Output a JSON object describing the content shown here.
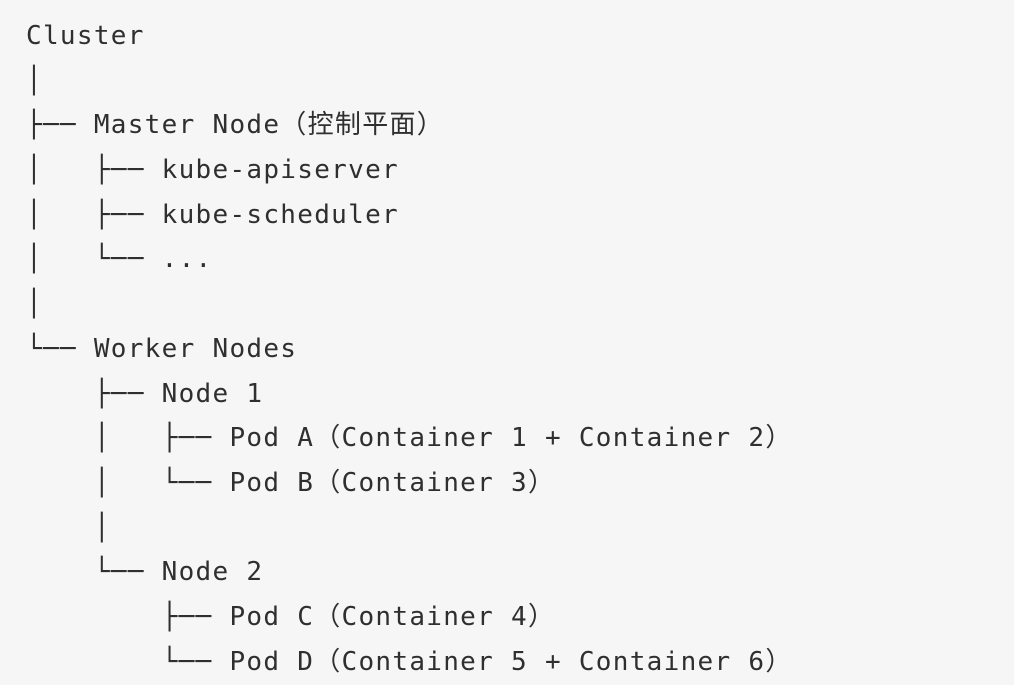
{
  "code_block": {
    "lines": [
      "Cluster",
      "│",
      "├── Master Node（控制平面）",
      "│   ├── kube-apiserver",
      "│   ├── kube-scheduler",
      "│   └── ...",
      "│",
      "└── Worker Nodes",
      "    ├── Node 1",
      "    │   ├── Pod A（Container 1 + Container 2）",
      "    │   └── Pod B（Container 3）",
      "    │",
      "    └── Node 2",
      "        ├── Pod C（Container 4）",
      "        └── Pod D（Container 5 + Container 6）"
    ]
  }
}
